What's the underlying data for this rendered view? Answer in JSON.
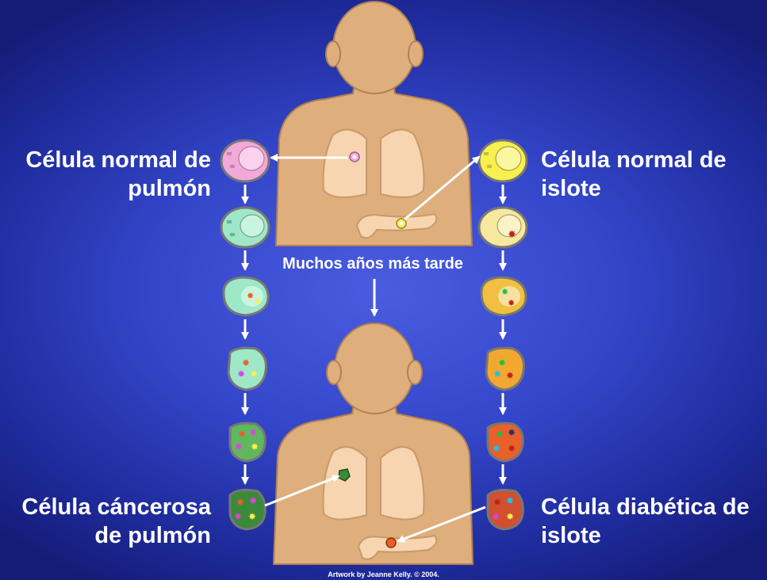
{
  "labels": {
    "lung_normal_line1": "Célula normal de",
    "lung_normal_line2": "pulmón",
    "islet_normal_line1": "Célula normal de",
    "islet_normal_line2": "islote",
    "lung_cancer_line1": "Célula cáncerosa",
    "lung_cancer_line2": "de pulmón",
    "islet_diabetic_line1": "Célula diabética de",
    "islet_diabetic_line2": "islote",
    "middle": "Muchos años más tarde",
    "credit": "Artwork by Jeanne Kelly. © 2004."
  },
  "colors": {
    "skin": "#deae7c",
    "skin_outline": "#b08050",
    "organ": "#f7d5b0",
    "lung_cell_normal": "#f2a8d8",
    "lung_cell_stage": "#9ee8c8",
    "lung_cell_cancer": "#3a8a3a",
    "islet_cell_normal": "#f7f050",
    "islet_cell_stage": "#f2c040",
    "islet_cell_diabetic": "#e8602a"
  }
}
